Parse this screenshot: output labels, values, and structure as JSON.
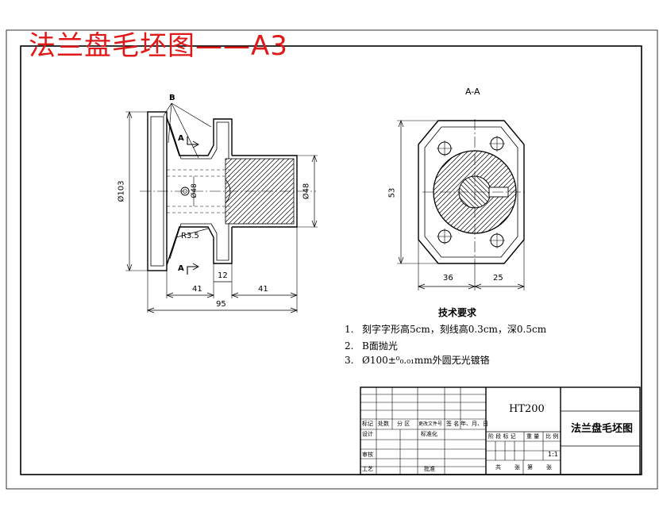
{
  "page": {
    "title": "法兰盘毛坯图——A3"
  },
  "section_label": "A-A",
  "section_marks": [
    "A",
    "A"
  ],
  "leader_label": "B",
  "dimensions": {
    "front": [
      "Ø103",
      "Ø48",
      "Ø48",
      "R3.5",
      "41",
      "12",
      "41",
      "95"
    ],
    "side": [
      "53",
      "36",
      "25"
    ]
  },
  "tech_requirements": {
    "title": "技术要求",
    "items": [
      {
        "n": "1.",
        "text": "刻字字形高5cm，刻线高0.3cm，深0.5cm"
      },
      {
        "n": "2.",
        "text": "B面抛光"
      },
      {
        "n": "3.",
        "text": "Ø100±⁰₀.₀₁mm外圆无光镀铬"
      }
    ]
  },
  "title_block": {
    "material": "HT200",
    "drawing_name": "法兰盘毛坯图",
    "scale": "1:1",
    "header_row": [
      "标记",
      "处数",
      "分 区",
      "更改文件号",
      "签 名",
      "年、月、日"
    ],
    "design_row": [
      "设计",
      "标准化"
    ],
    "stage_row": [
      "阶 段 标 记",
      "重 量",
      "比 例"
    ],
    "review": "审核",
    "process": "工艺",
    "approve": "批准",
    "sheet_row": [
      "共",
      "张",
      "第",
      "张"
    ]
  }
}
